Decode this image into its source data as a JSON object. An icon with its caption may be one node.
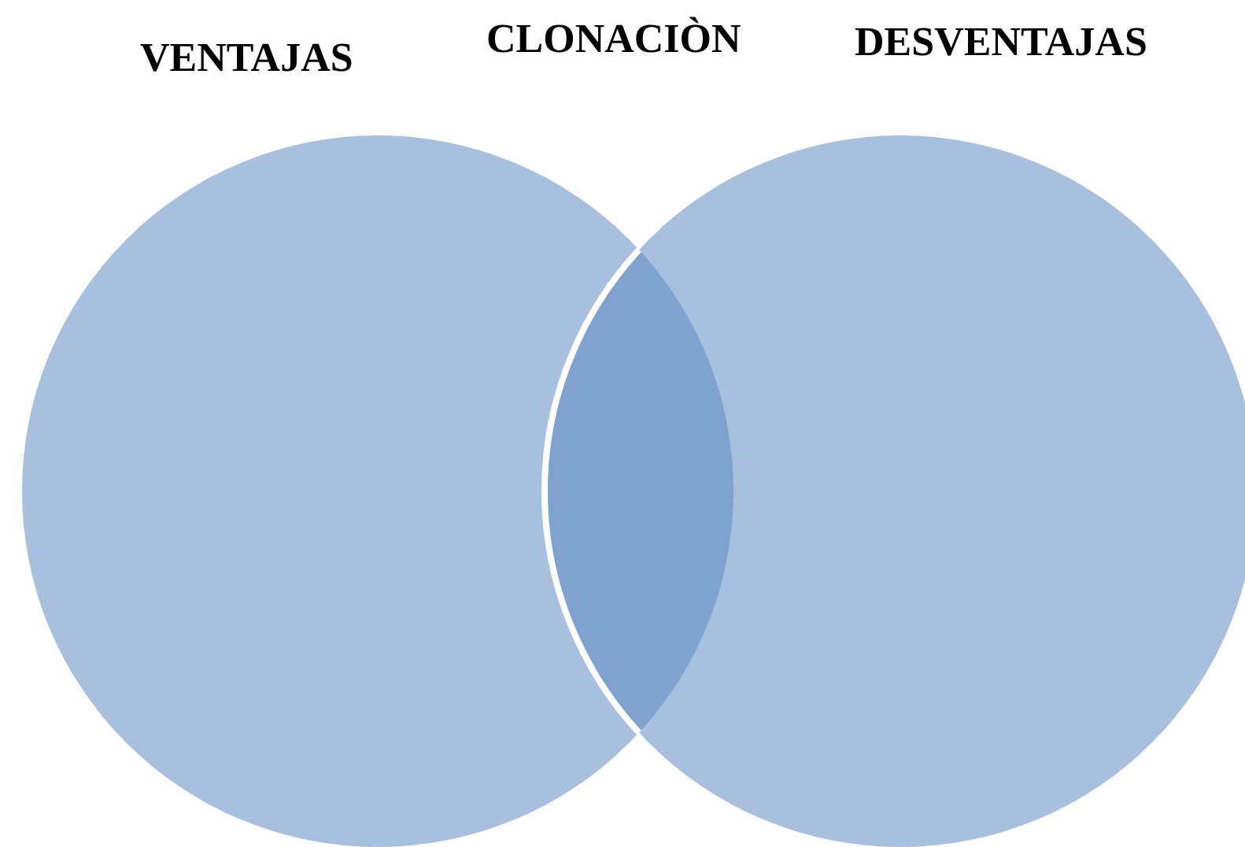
{
  "diagram": {
    "title": "CLONACIÒN",
    "nodes": [
      {
        "text": [
          "VENTAJAS"
        ]
      },
      {
        "text": [
          "DESVENTAJAS"
        ]
      }
    ]
  }
}
